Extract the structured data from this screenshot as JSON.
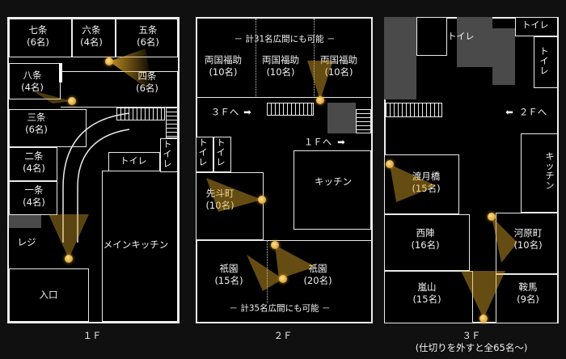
{
  "floors": {
    "f1": {
      "caption": "１Ｆ",
      "rooms": {
        "shichijo": "七条\n(6名)",
        "rokujo": "六条\n(4名)",
        "gojo": "五条\n(6名)",
        "hachijo": "八条\n(4名)",
        "shijo": "四条\n(6名)",
        "sanjo": "三条\n(6名)",
        "nijo": "二条\n(4名)",
        "ichijo": "一条\n(4名)",
        "register": "レジ",
        "entrance": "入口",
        "main_kitchen": "メインキッチン",
        "toilet_a": "トイレ",
        "toilet_b": "トイレ"
      }
    },
    "f2": {
      "caption": "２Ｆ",
      "note_top": "－ 計31名広間にも可能 －",
      "note_bottom": "－ 計35名広間にも可能 －",
      "to_3f": "３Ｆへ",
      "to_1f": "１Ｆへ",
      "rooms": {
        "ryogoku_1": "両国福助\n(10名)",
        "ryogoku_2": "両国福助\n(10名)",
        "ryogoku_3": "両国福助\n(10名)",
        "pontocho": "先斗町\n(10名)",
        "kitchen": "キッチン",
        "gion_15": "祇園\n(15名)",
        "gion_20": "祇園\n(20名)",
        "toilet_a": "トイレ",
        "toilet_b": "トイレ"
      }
    },
    "f3": {
      "caption": "３Ｆ\n(仕切りを外すと全65名～)",
      "to_2f": "２Ｆへ",
      "rooms": {
        "toilet_a": "トイレ",
        "toilet_b": "トイレ",
        "toilet_c": "トイレ",
        "togetsukyo": "渡月橋\n(15名)",
        "nishijin": "西陣\n(16名)",
        "kawaramachi": "河原町\n(10名)",
        "arashiyama": "嵐山\n(15名)",
        "kurama": "鞍馬\n(9名)",
        "kitchen": "キッチン"
      }
    }
  },
  "colors": {
    "lamp": "#e0a92a",
    "wall": "#f0f0f0",
    "floor_bg": "#000000",
    "fixture": "#4a4a4a"
  }
}
